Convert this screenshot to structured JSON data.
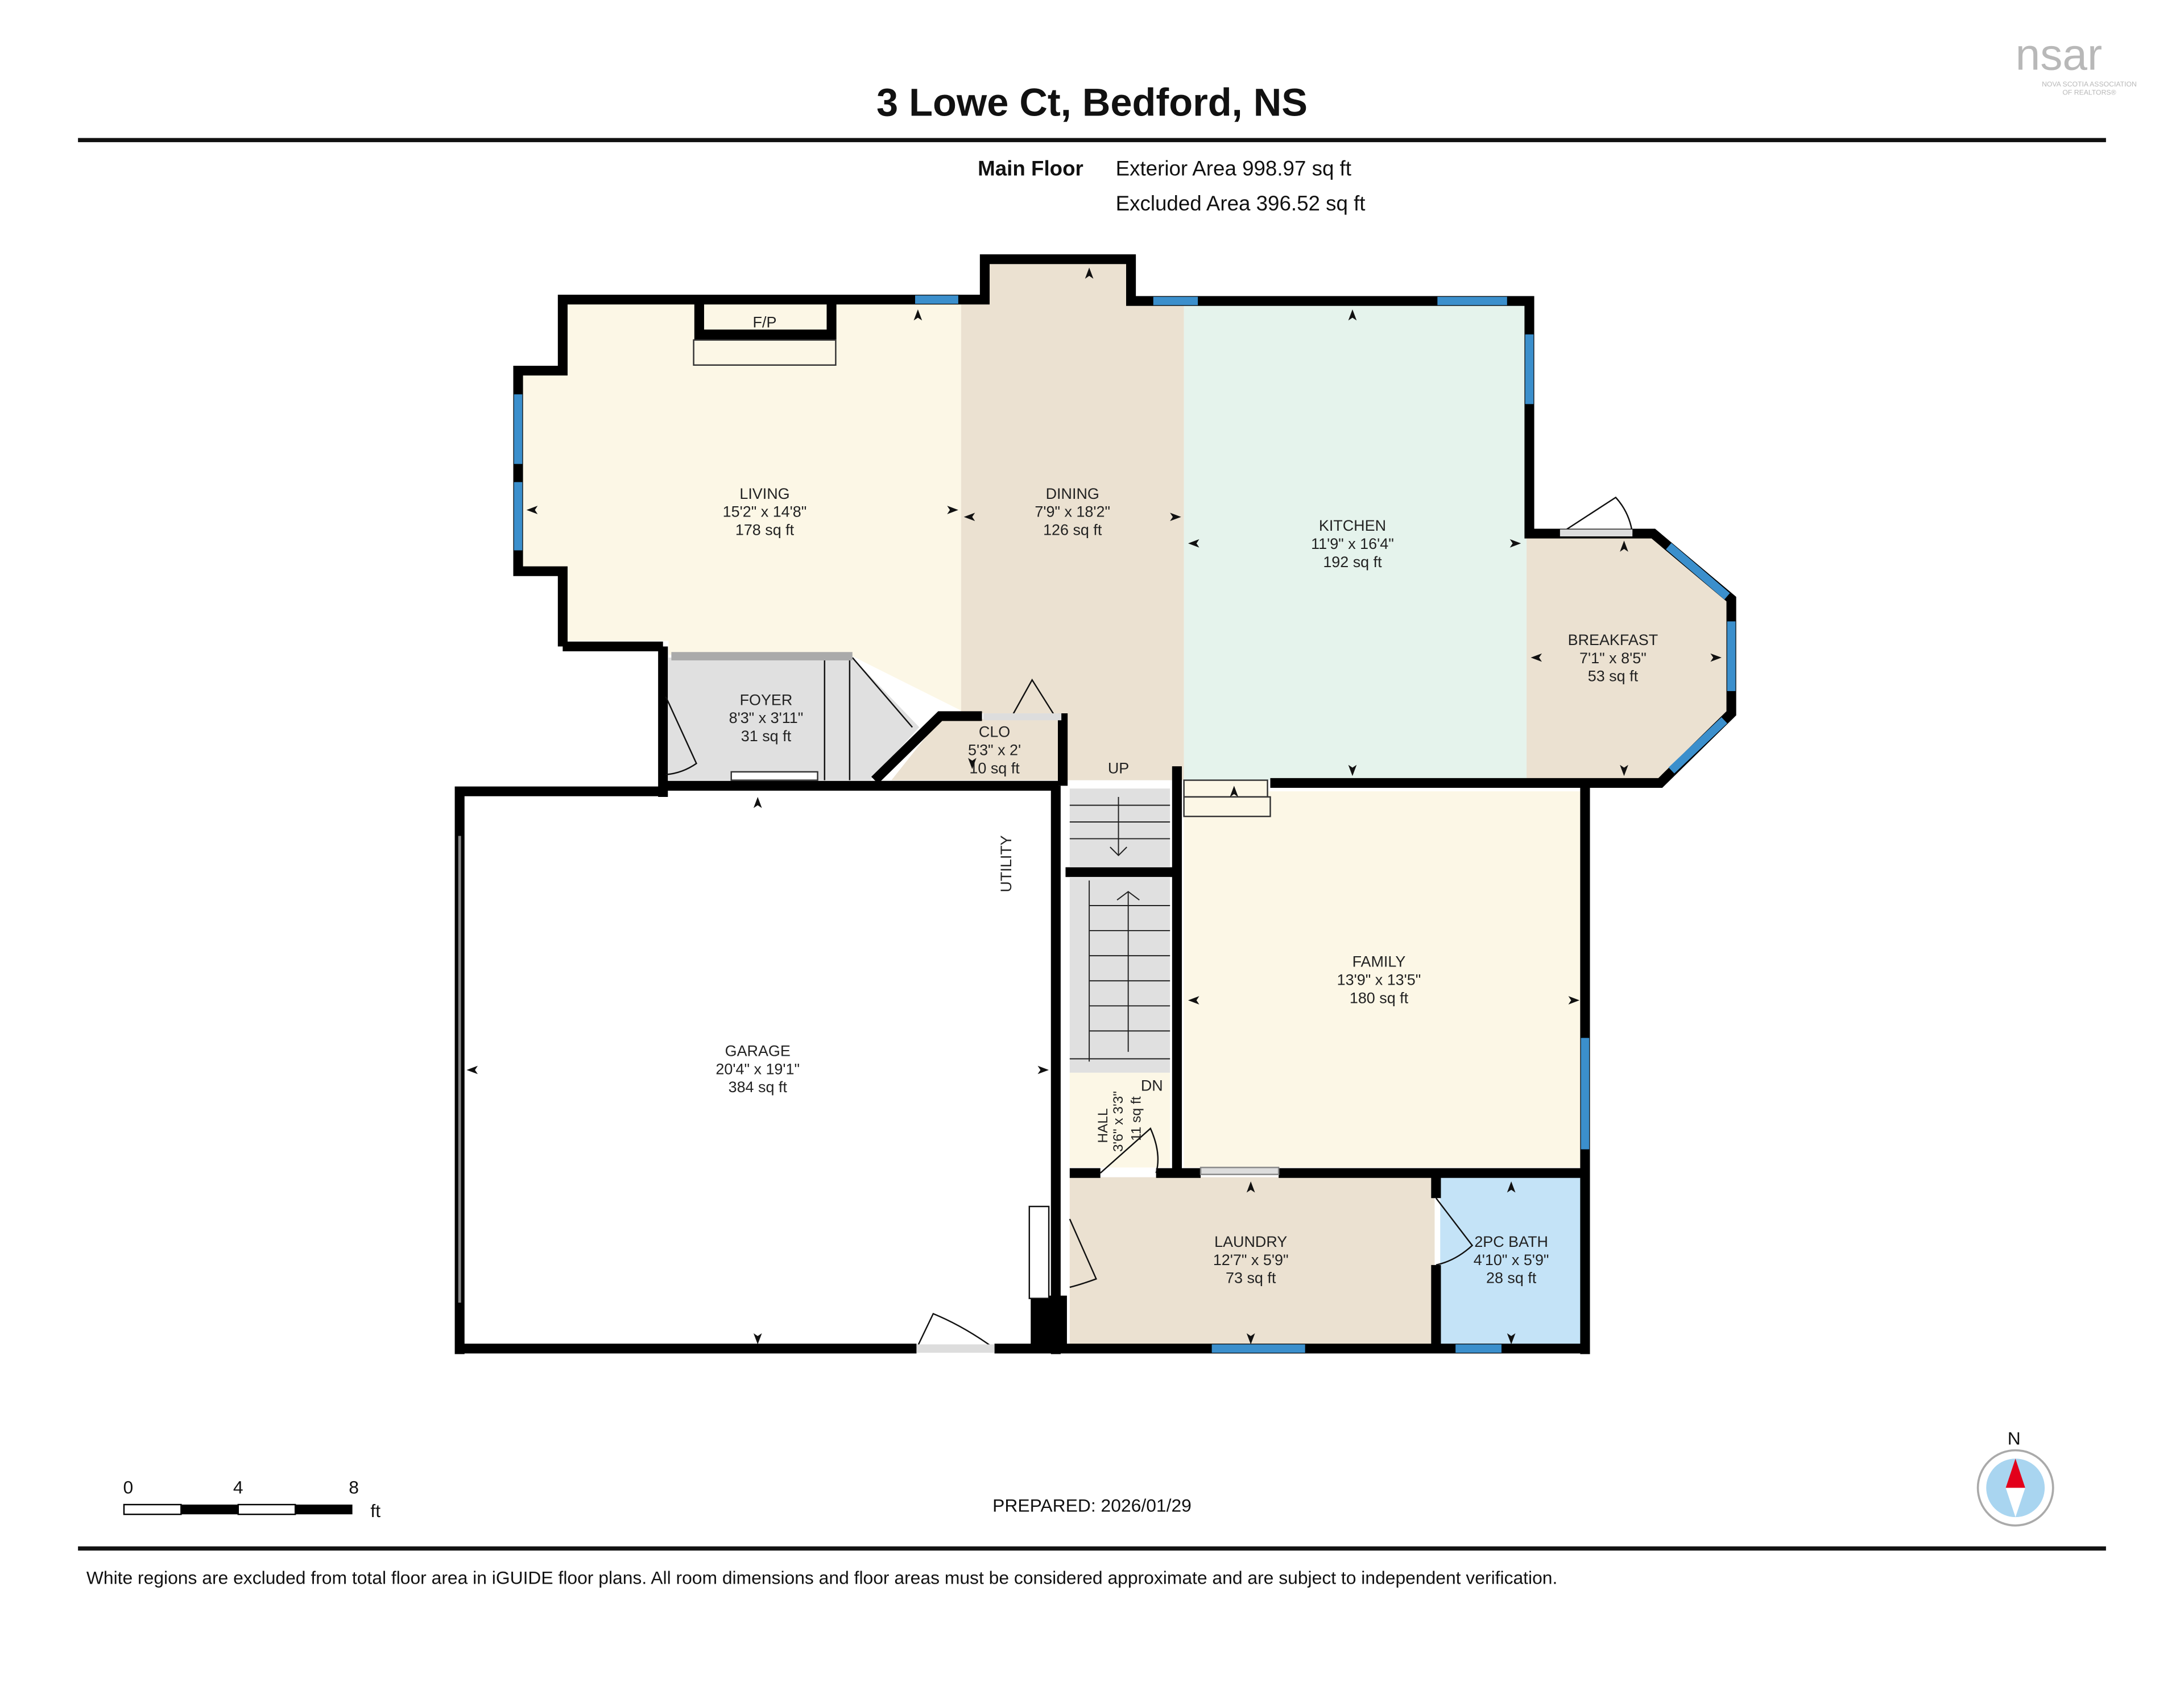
{
  "header": {
    "title": "3 Lowe Ct, Bedford, NS",
    "logo": {
      "text": "nsar",
      "subtitle_line1": "NOVA SCOTIA ASSOCIATION",
      "subtitle_line2": "OF REALTORS®"
    }
  },
  "floor_summary": {
    "floor_name": "Main Floor",
    "exterior_area": "Exterior Area 998.97 sq ft",
    "excluded_area": "Excluded Area 396.52 sq ft"
  },
  "rooms": {
    "living": {
      "name": "LIVING",
      "dims": "15'2\" x 14'8\"",
      "area": "178 sq ft",
      "color": "#fcf7e6"
    },
    "fireplace": {
      "name": "F/P"
    },
    "dining": {
      "name": "DINING",
      "dims": "7'9\" x 18'2\"",
      "area": "126 sq ft",
      "color": "#ebe1d1"
    },
    "kitchen": {
      "name": "KITCHEN",
      "dims": "11'9\" x 16'4\"",
      "area": "192 sq ft",
      "color": "#e5f3ec"
    },
    "breakfast": {
      "name": "BREAKFAST",
      "dims": "7'1\" x 8'5\"",
      "area": "53 sq ft",
      "color": "#ebe1d1"
    },
    "foyer": {
      "name": "FOYER",
      "dims": "8'3\" x 3'11\"",
      "area": "31 sq ft",
      "color": "#e0e0e0"
    },
    "clo": {
      "name": "CLO",
      "dims": "5'3\" x 2'",
      "area": "10 sq ft",
      "color": "#ebe1d1"
    },
    "garage": {
      "name": "GARAGE",
      "dims": "20'4\" x 19'1\"",
      "area": "384 sq ft",
      "color": "#ffffff"
    },
    "utility": {
      "name": "UTILITY"
    },
    "family": {
      "name": "FAMILY",
      "dims": "13'9\" x 13'5\"",
      "area": "180 sq ft",
      "color": "#fcf7e6"
    },
    "hall": {
      "name": "HALL",
      "dims": "3'6\" x 3'3\"",
      "area": "11 sq ft",
      "color": "#fcf7e6"
    },
    "laundry": {
      "name": "LAUNDRY",
      "dims": "12'7\" x 5'9\"",
      "area": "73 sq ft",
      "color": "#ebe1d1"
    },
    "bath": {
      "name": "2PC BATH",
      "dims": "4'10\" x 5'9\"",
      "area": "28 sq ft",
      "color": "#c4e3f7"
    }
  },
  "stairs": {
    "up_label": "UP",
    "down_label": "DN"
  },
  "scale_bar": {
    "labels": [
      "0",
      "4",
      "8"
    ],
    "unit": "ft"
  },
  "prepared": "PREPARED: 2026/01/29",
  "compass": {
    "label": "N"
  },
  "disclaimer": "White regions are excluded from total floor area in iGUIDE floor plans. All room dimensions and floor areas must be considered approximate and are subject to independent verification.",
  "colors": {
    "wall": "#000000",
    "window": "#3b8fcc",
    "stair": "#e0e0e0",
    "compass_needle": "#e3001b",
    "compass_fill": "#a9d5f0"
  }
}
